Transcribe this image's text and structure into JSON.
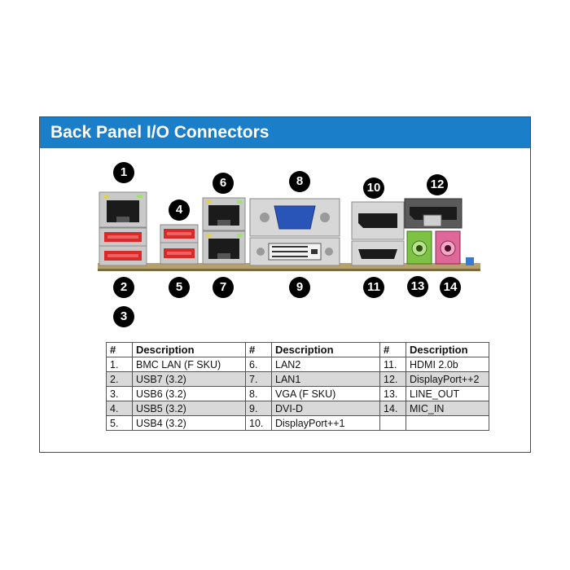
{
  "panel": {
    "title": "Back Panel I/O Connectors"
  },
  "badges": [
    "1",
    "2",
    "3",
    "4",
    "5",
    "6",
    "7",
    "8",
    "9",
    "10",
    "11",
    "12",
    "13",
    "14"
  ],
  "table": {
    "headers": [
      "#",
      "Description",
      "#",
      "Description",
      "#",
      "Description"
    ],
    "rows": [
      [
        "1.",
        "BMC LAN (F SKU)",
        "6.",
        "LAN2",
        "11.",
        "HDMI 2.0b"
      ],
      [
        "2.",
        "USB7 (3.2)",
        "7.",
        "LAN1",
        "12.",
        "DisplayPort++2"
      ],
      [
        "3.",
        "USB6 (3.2)",
        "8.",
        "VGA (F SKU)",
        "13.",
        "LINE_OUT"
      ],
      [
        "4.",
        "USB5 (3.2)",
        "9.",
        "DVI-D",
        "14.",
        "MIC_IN"
      ],
      [
        "5.",
        "USB4 (3.2)",
        "10.",
        "DisplayPort++1",
        "",
        ""
      ]
    ]
  },
  "colors": {
    "header": "#1a7ec9",
    "usb_red": "#d92a2a",
    "vga_blue": "#2a55b8",
    "line_out": "#7dc242",
    "mic_in": "#e0679a"
  }
}
